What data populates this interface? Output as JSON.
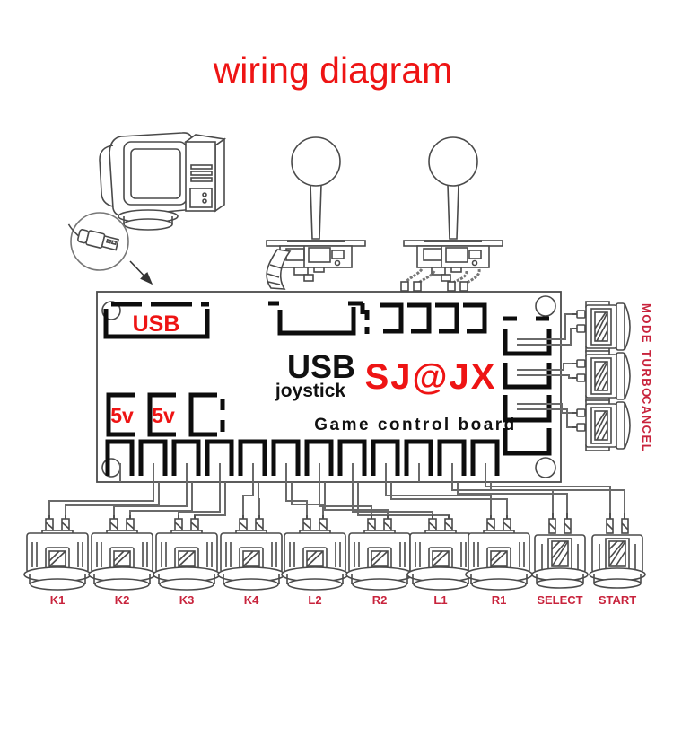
{
  "title": "wiring diagram",
  "colors": {
    "accent_red": "#ee1414",
    "button_label_crimson": "#c8233c",
    "silkscreen_ink": "#0d0d0d",
    "outline_gray": "#4a4a4a"
  },
  "board": {
    "usb_port_label": "USB",
    "power_pin_labels": [
      "5v",
      "5v"
    ],
    "title": "USB",
    "subtitle": "joystick",
    "brand": "SJ@JX",
    "name": "Game control board"
  },
  "side_buttons": [
    {
      "label": "MODE"
    },
    {
      "label": "TURBO"
    },
    {
      "label": "CANCEL"
    }
  ],
  "bottom_buttons": [
    {
      "label": "K1"
    },
    {
      "label": "K2"
    },
    {
      "label": "K3"
    },
    {
      "label": "K4"
    },
    {
      "label": "L2"
    },
    {
      "label": "R2"
    },
    {
      "label": "L1"
    },
    {
      "label": "R1"
    },
    {
      "label": "SELECT"
    },
    {
      "label": "START"
    }
  ]
}
